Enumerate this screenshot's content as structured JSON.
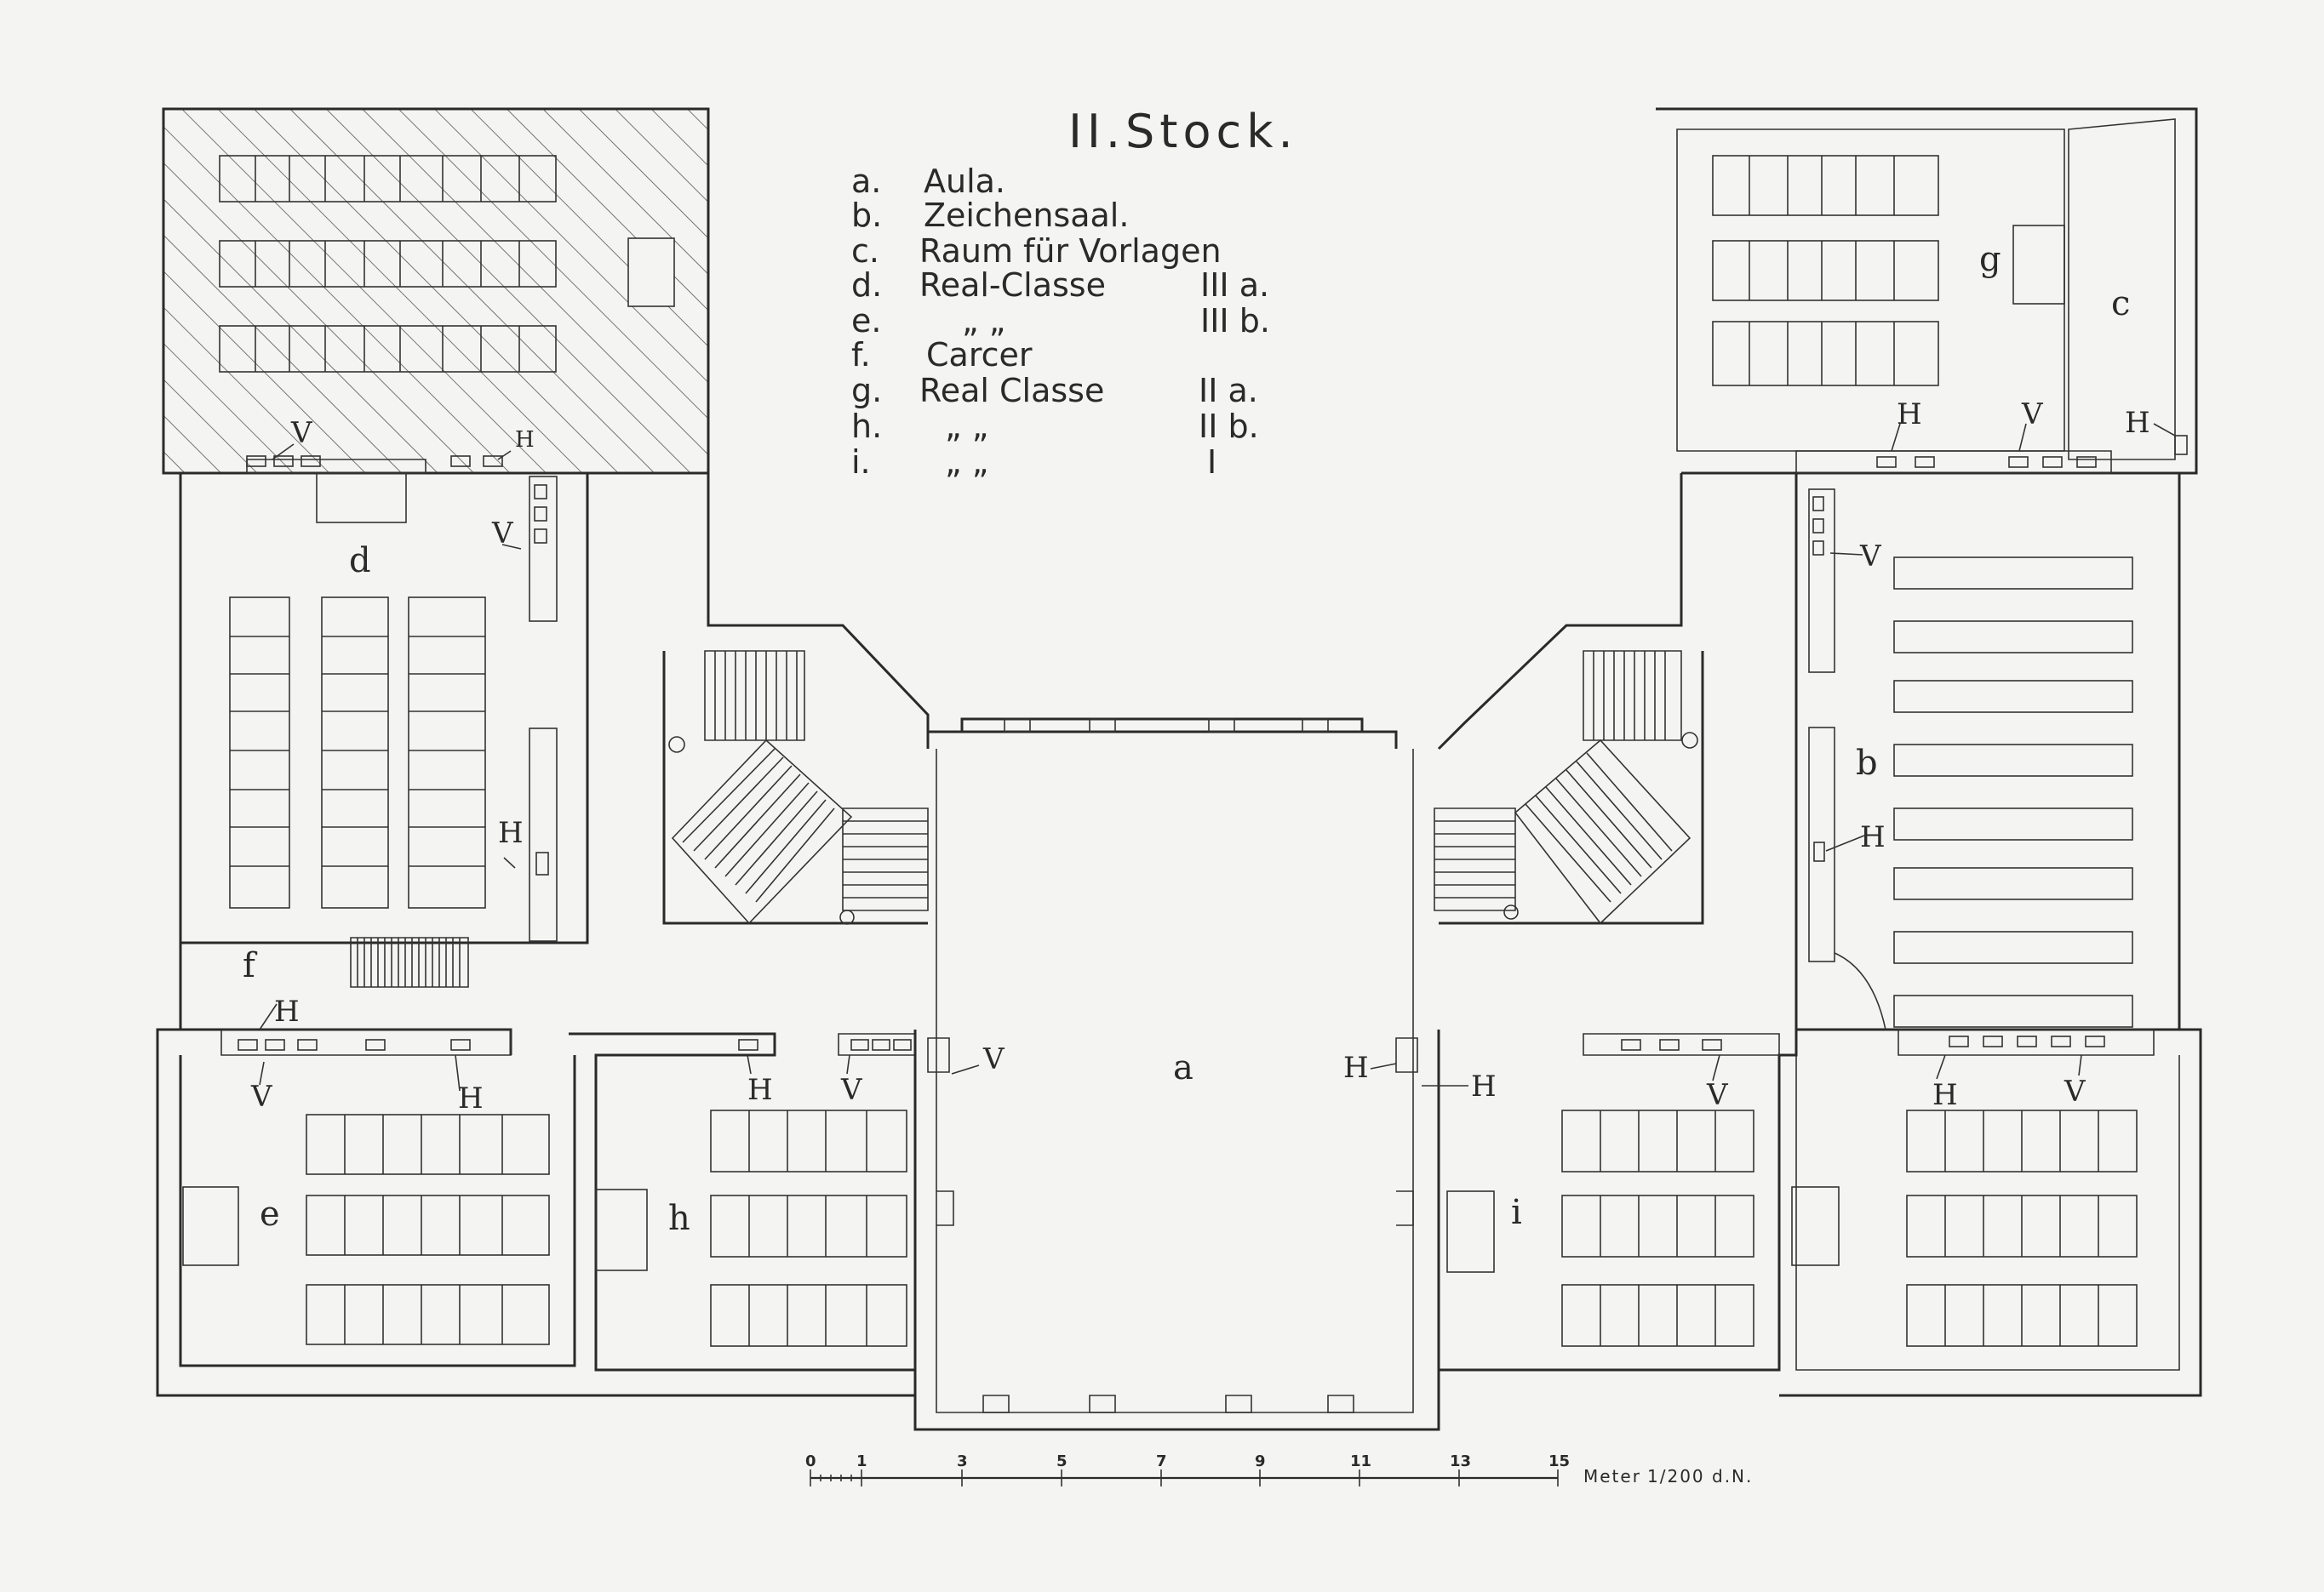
{
  "title": "II.Stock.",
  "legend": [
    {
      "key": "a.",
      "name": "Aula.",
      "cls": ""
    },
    {
      "key": "b.",
      "name": "Zeichensaal.",
      "cls": ""
    },
    {
      "key": "c.",
      "name": "Raum für Vorlagen",
      "cls": ""
    },
    {
      "key": "d.",
      "name": "Real-Classe",
      "cls": "III a."
    },
    {
      "key": "e.",
      "name": "„        „",
      "cls": "III b."
    },
    {
      "key": "f.",
      "name": "Carcer",
      "cls": ""
    },
    {
      "key": "g.",
      "name": "Real Classe",
      "cls": "II a."
    },
    {
      "key": "h.",
      "name": "„        „",
      "cls": "II b."
    },
    {
      "key": "i.",
      "name": "„        „",
      "cls": "I"
    }
  ],
  "rooms": {
    "a": "a",
    "b": "b",
    "c": "c",
    "d": "d",
    "e": "e",
    "f": "f",
    "g": "g",
    "h": "h",
    "i": "i"
  },
  "marks": {
    "H": "H",
    "V": "V"
  },
  "scale": {
    "ticks": [
      "0",
      "1",
      "3",
      "5",
      "7",
      "9",
      "11",
      "13",
      "15"
    ],
    "unit": "Meter",
    "ratio": "1/200 d.N."
  }
}
